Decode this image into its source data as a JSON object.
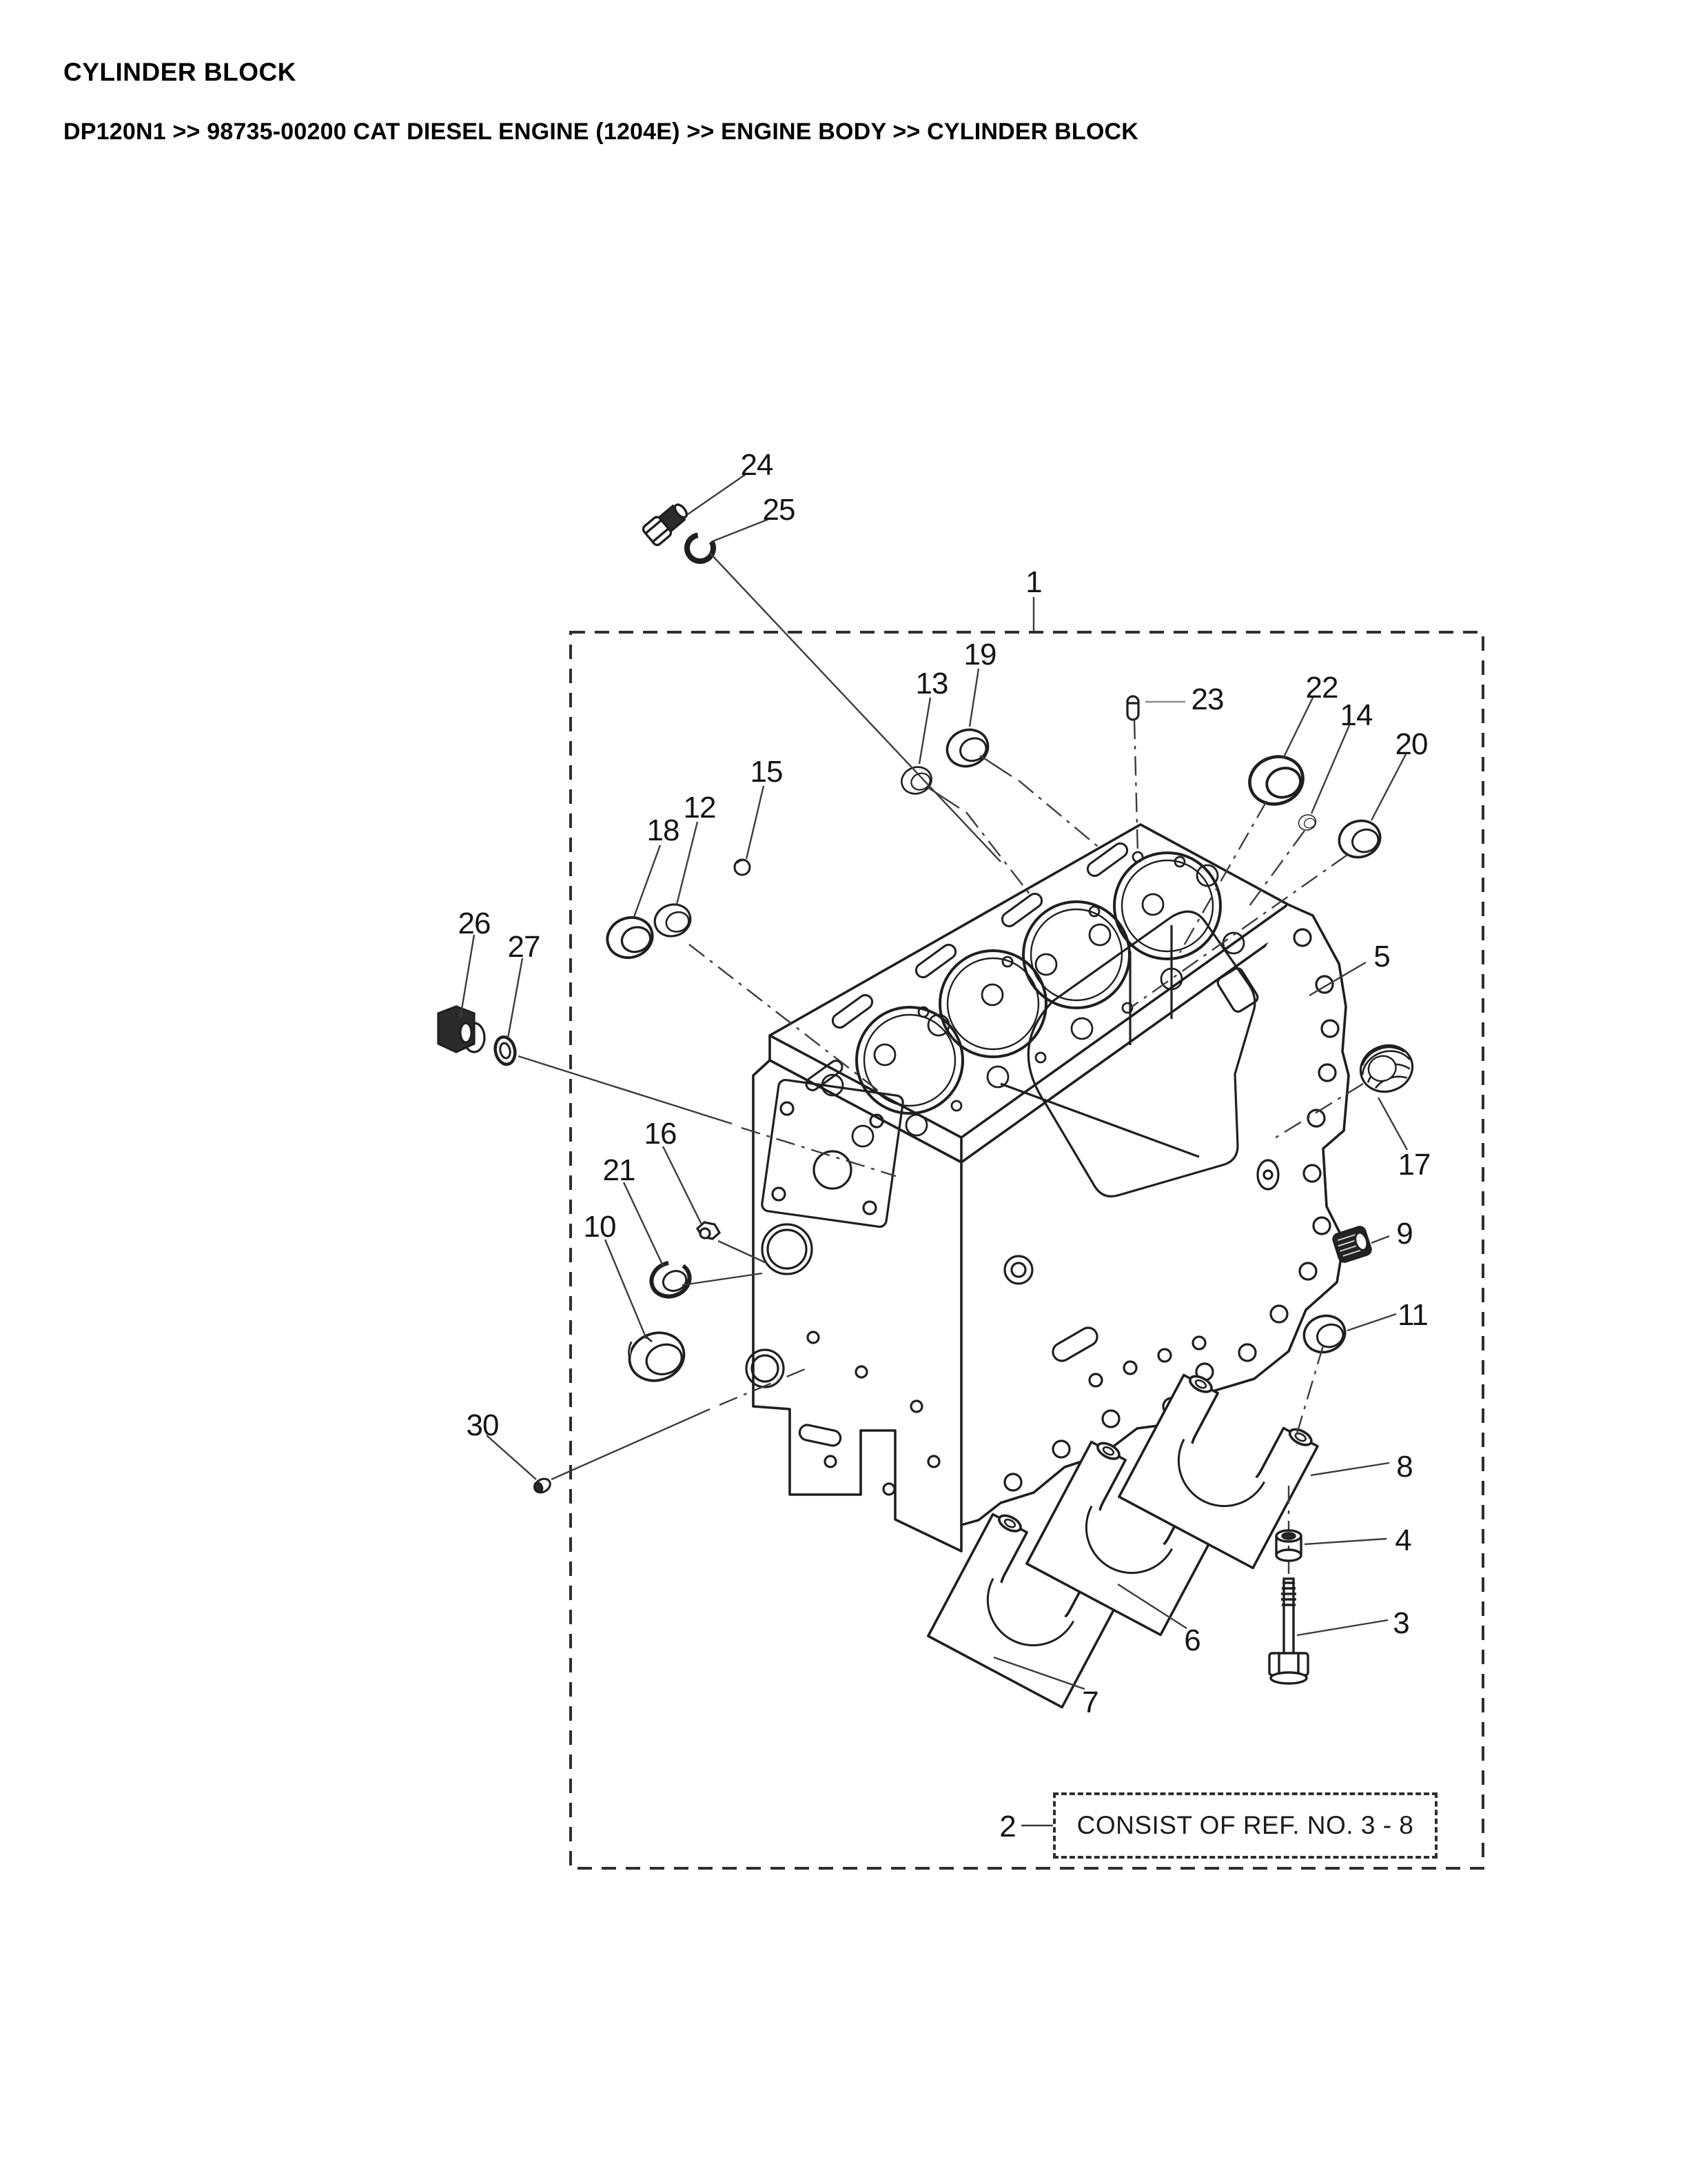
{
  "page": {
    "title": "CYLINDER BLOCK",
    "breadcrumb": "DP120N1 >> 98735-00200 CAT DIESEL ENGINE (1204E) >> ENGINE BODY >> CYLINDER BLOCK"
  },
  "diagram": {
    "note_box": {
      "ref_label": "2",
      "text": "CONSIST OF REF. NO. 3 - 8"
    },
    "callouts": [
      {
        "n": "1"
      },
      {
        "n": "2"
      },
      {
        "n": "3"
      },
      {
        "n": "4"
      },
      {
        "n": "5"
      },
      {
        "n": "6"
      },
      {
        "n": "7"
      },
      {
        "n": "8"
      },
      {
        "n": "9"
      },
      {
        "n": "10"
      },
      {
        "n": "11"
      },
      {
        "n": "12"
      },
      {
        "n": "13"
      },
      {
        "n": "14"
      },
      {
        "n": "15"
      },
      {
        "n": "16"
      },
      {
        "n": "17"
      },
      {
        "n": "18"
      },
      {
        "n": "19"
      },
      {
        "n": "20"
      },
      {
        "n": "21"
      },
      {
        "n": "22"
      },
      {
        "n": "23"
      },
      {
        "n": "24"
      },
      {
        "n": "25"
      },
      {
        "n": "26"
      },
      {
        "n": "27"
      },
      {
        "n": "30"
      }
    ],
    "colors": {
      "ink": "#1f1f1f",
      "leader": "#3c3c3c",
      "frame": "#2e2e2e"
    }
  }
}
